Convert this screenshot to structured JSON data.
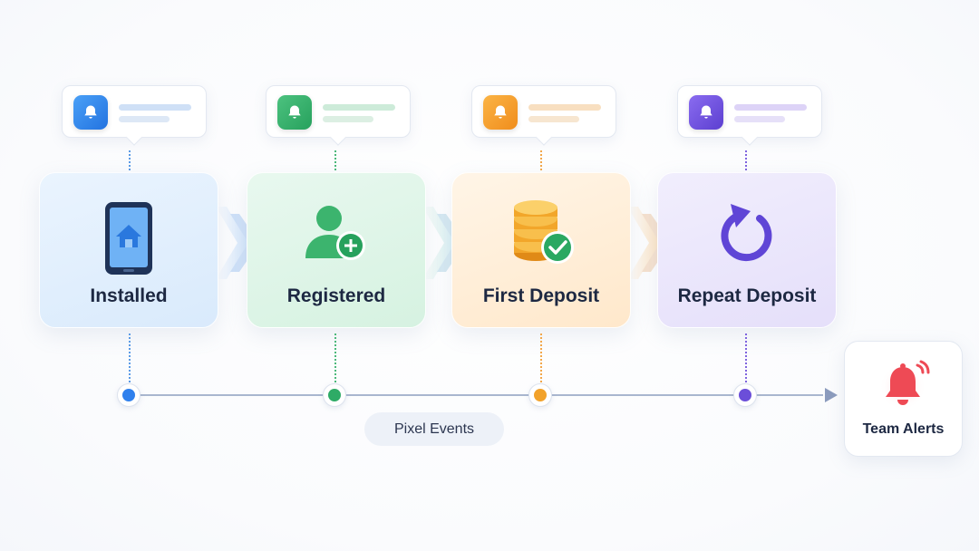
{
  "stages": [
    {
      "label": "Installed",
      "color": "#2f80ed",
      "icon": "smartphone-home-icon"
    },
    {
      "label": "Registered",
      "color": "#2eab66",
      "icon": "user-add-icon"
    },
    {
      "label": "First Deposit",
      "color": "#f2a22a",
      "icon": "coins-check-icon"
    },
    {
      "label": "Repeat Deposit",
      "color": "#6b4ed9",
      "icon": "repeat-arrow-icon"
    }
  ],
  "timeline": {
    "label": "Pixel Events"
  },
  "alerts": {
    "label": "Team Alerts",
    "color": "#ea4a55",
    "icon": "alert-bell-icon"
  },
  "colors": {
    "installed_bg": "#e3f0fd",
    "registered_bg": "#e2f6ea",
    "first_deposit_bg": "#fff0dc",
    "repeat_deposit_bg": "#ece8fb",
    "timeline_line": "#a9b6cf"
  }
}
